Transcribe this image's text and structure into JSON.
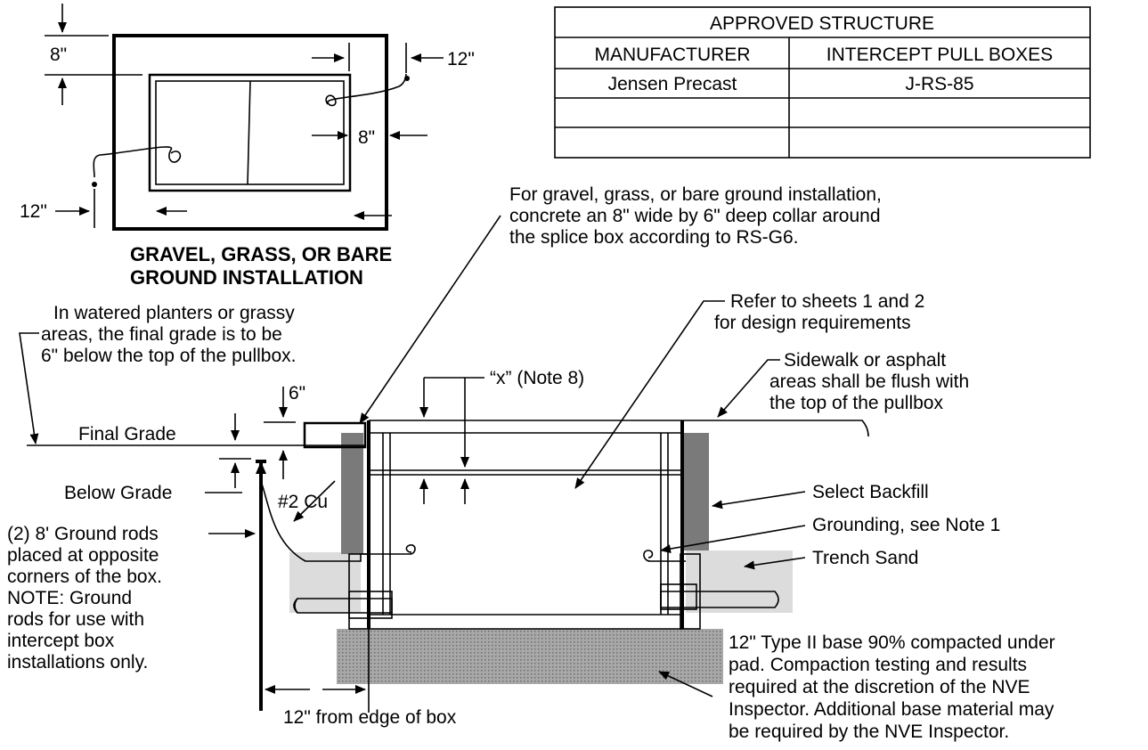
{
  "table": {
    "title": "APPROVED STRUCTURE",
    "col1_header": "MANUFACTURER",
    "col2_header": "INTERCEPT PULL BOXES",
    "rows": [
      {
        "manufacturer": "Jensen Precast",
        "model": "J-RS-85"
      },
      {
        "manufacturer": "",
        "model": ""
      },
      {
        "manufacturer": "",
        "model": ""
      }
    ]
  },
  "plan": {
    "dim_top_left": "8\"",
    "dim_top_right": "12\"",
    "dim_mid_right": "8\"",
    "dim_bottom_left": "12\"",
    "title_line1": "GRAVEL, GRASS, OR BARE",
    "title_line2": "GROUND INSTALLATION"
  },
  "notes": {
    "collar": [
      "For gravel, grass, or bare ground installation,",
      "concrete an 8\" wide by 6\" deep collar around",
      "the splice box according to RS-G6."
    ],
    "planters": [
      "In watered planters or grassy",
      "areas, the final grade is to be",
      "6\" below the top of the pullbox."
    ],
    "refer": [
      "Refer to sheets 1 and 2",
      "for design requirements"
    ],
    "sidewalk": [
      "Sidewalk or asphalt",
      "areas shall be flush with",
      "the top of the pullbox"
    ],
    "x_note": "“x” (Note 8)",
    "six_inch": "6\"",
    "final_grade": "Final Grade",
    "below_grade": "Below Grade",
    "cu": "#2 Cu",
    "ground_rods": [
      "(2) 8' Ground rods",
      "placed at opposite",
      "corners of the box.",
      "NOTE: Ground",
      "rods for use with",
      "intercept box",
      "installations only."
    ],
    "select_backfill": "Select Backfill",
    "grounding": "Grounding, see Note 1",
    "trench_sand": "Trench Sand",
    "base": [
      "12\" Type II base 90% compacted under",
      "pad. Compaction testing and results",
      "required at the discretion of the NVE",
      "Inspector. Additional base material may",
      "be required by the NVE Inspector."
    ],
    "edge": "12\" from edge of box"
  },
  "colors": {
    "backfill": "#7a7a7a",
    "trench_sand": "#dcdcdc",
    "base": "#9a9a9a",
    "line": "#000000"
  }
}
